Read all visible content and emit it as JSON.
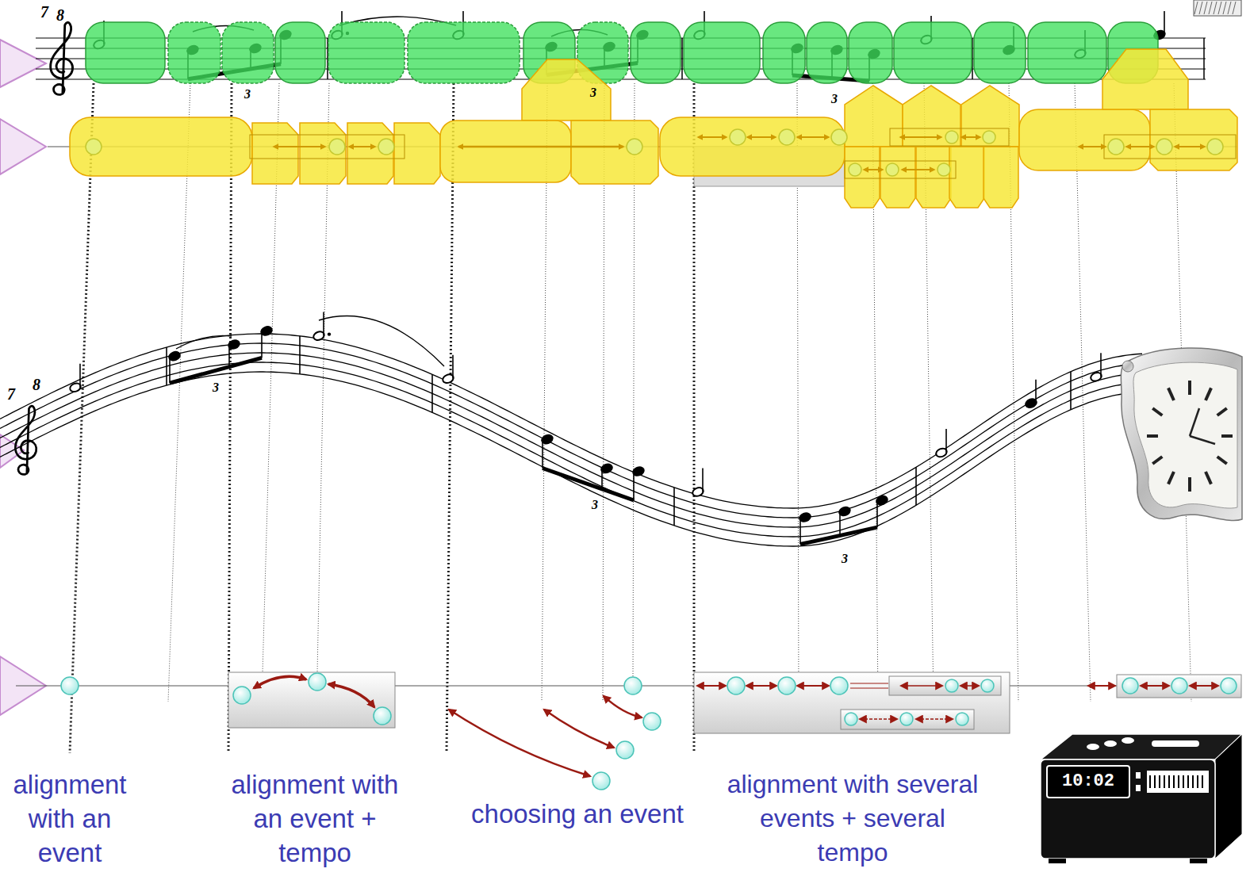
{
  "diagram": {
    "labels": [
      "7",
      "8",
      "3",
      "3",
      "3",
      "7",
      "8",
      "3",
      "3",
      "3",
      "alignment with an event",
      "alignment with an event + tempo",
      "choosing an event",
      "alignment with several events + several tempo",
      "10:02"
    ]
  }
}
